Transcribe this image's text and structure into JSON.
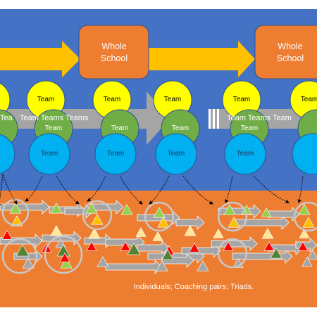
{
  "colors": {
    "background": "#ffffff",
    "top_panel": "#4472c4",
    "bottom_panel": "#ed7d31",
    "arrow_gold": "#ffc000",
    "grey_arrow": "#a5a5a5",
    "school_box": "#ed7d31",
    "team_yellow": "#ffff00",
    "team_green": "#70ad47",
    "team_blue": "#00b0f0",
    "tri_red": "#ff0000",
    "tri_green": "#548235",
    "tri_lightgreen": "#92d050",
    "tri_yellow": "#ffc000",
    "tri_cream": "#ffe699",
    "tri_grey": "#a5a5a5"
  },
  "whole_school": [
    {
      "line1": "Whole",
      "line2": "School"
    },
    {
      "line1": "Whole",
      "line2": "School"
    }
  ],
  "team_label": "Team",
  "team_band_texts": [
    "Team Teams Teams",
    "Team Teams Team"
  ],
  "partial_team_band_text": "Tea",
  "caption": "Individuals; Coaching pairs; Triads."
}
